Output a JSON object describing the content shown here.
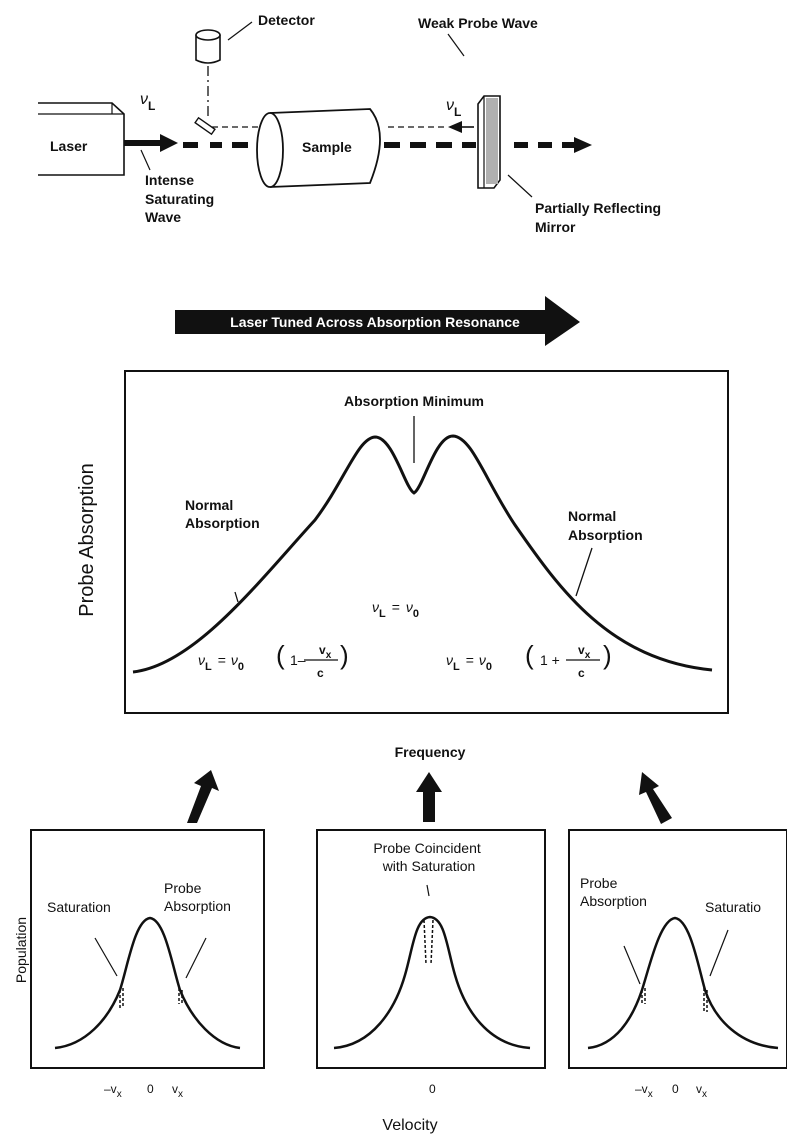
{
  "setup": {
    "laser": "Laser",
    "nu": "ν",
    "nu_sub": "L",
    "detector": "Detector",
    "sample": "Sample",
    "weak_probe": "Weak Probe Wave",
    "intense": [
      "Intense",
      "Saturating",
      "Wave"
    ],
    "mirror": [
      "Partially Reflecting",
      "Mirror"
    ]
  },
  "tuning_arrow": "Laser Tuned Across Absorption Resonance",
  "spectrum": {
    "ylabel": "Probe Absorption",
    "xlabel": "Frequency",
    "minimum_label": "Absorption  Minimum",
    "normal_left": [
      "Normal",
      "Absorption"
    ],
    "normal_right": [
      "Normal",
      "Absorption"
    ],
    "eq_center": {
      "lhs": "ν",
      "lhs_sub": "L",
      "eq": "=",
      "rhs": "ν",
      "rhs_sub": "0"
    },
    "eq_left": {
      "lhs": "ν",
      "lhs_sub": "L",
      "rhs": "ν",
      "rhs_sub": "0",
      "open": "1–",
      "num": "v",
      "num_sub": "x",
      "den": "c"
    },
    "eq_right": {
      "lhs": "ν",
      "lhs_sub": "L",
      "rhs": "ν",
      "rhs_sub": "0",
      "open": "1 +",
      "num": "v",
      "num_sub": "x",
      "den": "c"
    }
  },
  "panels": {
    "ylabel": "Population",
    "xlabel": "Velocity",
    "left": {
      "saturation": "Saturation",
      "probe": [
        "Probe",
        "Absorption"
      ],
      "ticks": [
        "–v",
        "0",
        "v"
      ],
      "tick_sub": "x"
    },
    "middle": {
      "title": [
        "Probe Coincident",
        "with Saturation"
      ],
      "tick": "0"
    },
    "right": {
      "probe": [
        "Probe",
        "Absorption"
      ],
      "saturation": "Saturatio",
      "ticks": [
        "–v",
        "0",
        "v"
      ],
      "tick_sub": "x"
    }
  }
}
